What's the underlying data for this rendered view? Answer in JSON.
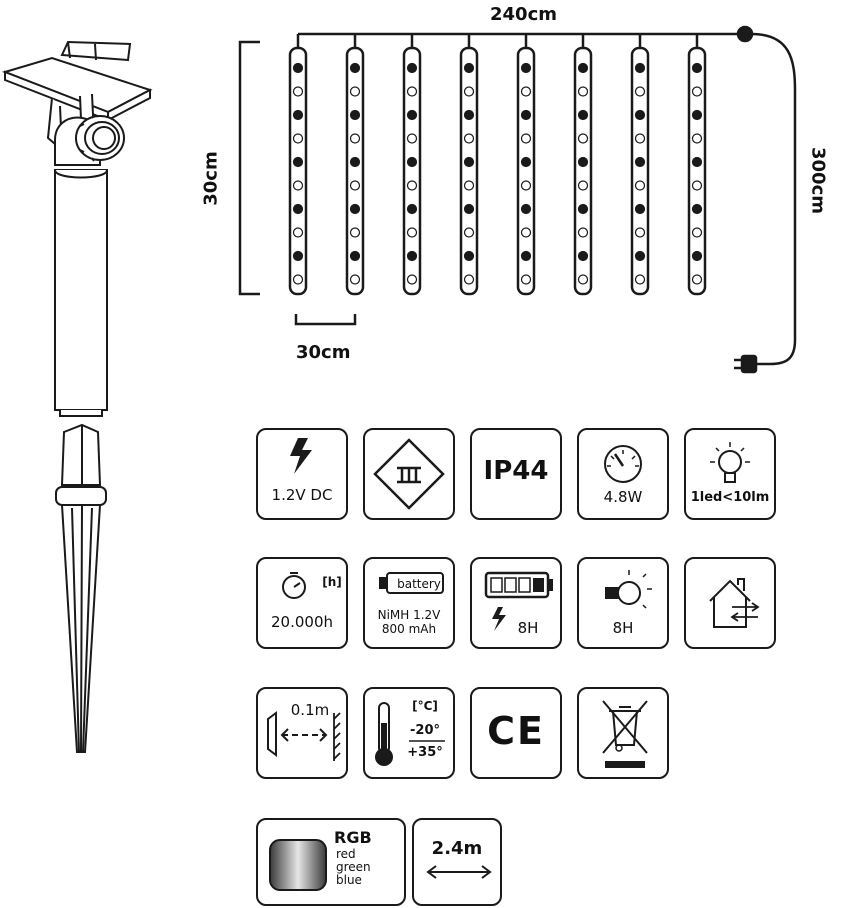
{
  "dimensions": {
    "total_width": "240cm",
    "total_drop": "300cm",
    "strand_height": "30cm",
    "strand_spacing": "30cm"
  },
  "icons": {
    "voltage": {
      "icon": "lightning-icon",
      "label": "1.2V DC"
    },
    "class3": {
      "icon": "class-iii-icon"
    },
    "ip": {
      "label": "IP44"
    },
    "power": {
      "icon": "gauge-icon",
      "label": "4.8W"
    },
    "lumen": {
      "icon": "bulb-icon",
      "label": "1led<10lm"
    },
    "lifetime": {
      "icon": "stopwatch-icon",
      "unit": "[h]",
      "label": "20.000h"
    },
    "battery": {
      "icon": "battery-icon",
      "tag": "battery",
      "type": "NiMH 1.2V",
      "capacity": "800 mAh"
    },
    "charge": {
      "icon": "battery-charge-icon",
      "label": "8H"
    },
    "light_time": {
      "icon": "lamp-icon",
      "label": "8H"
    },
    "indoor_outdoor": {
      "icon": "indoor-outdoor-icon"
    },
    "distance": {
      "icon": "distance-icon",
      "label": "0.1m"
    },
    "temperature": {
      "icon": "thermometer-icon",
      "unit": "[°C]",
      "min": "-20°",
      "max": "+35°"
    },
    "ce": {
      "label": "CE"
    },
    "weee": {
      "icon": "weee-bin-icon"
    },
    "color": {
      "title": "RGB",
      "lines": [
        "red",
        "green",
        "blue"
      ]
    },
    "cable": {
      "label": "2.4m"
    }
  }
}
